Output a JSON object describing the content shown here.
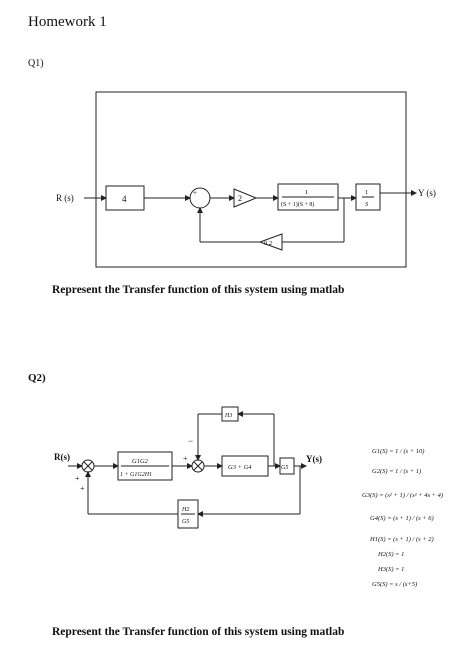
{
  "header": {
    "title": "Homework 1"
  },
  "q1": {
    "label": "Q1)",
    "input": "R (s)",
    "output": "Y (s)",
    "gain_block": "4",
    "sum_plus": "+",
    "sum_minus": "-",
    "amp_gain": "2",
    "plant_num": "1",
    "plant_den": "(S + 1)(S + 8)",
    "integrator_num": "1",
    "integrator_den": "S",
    "feedback_gain": "0.2",
    "caption": "Represent the Transfer function of this system using matlab"
  },
  "q2": {
    "label": "Q2)",
    "input": "R(s)",
    "output": "Y(s)",
    "block1_num": "G1G2",
    "block1_den": "1 + G1G2H1",
    "block2": "G3 + G4",
    "block3": "G5",
    "top_feedback": "H3",
    "bottom_feedback_num": "H2",
    "bottom_feedback_den": "G5",
    "sum1_signs": [
      "+",
      "+"
    ],
    "sum2_signs": [
      "+",
      "−"
    ],
    "definitions": [
      "G1(S) = 1 / (s + 10)",
      "G2(S) = 1 / (s + 1)",
      "G3(S) = (s² + 1) / (s² + 4s + 4)",
      "G4(S) = (s + 1) / (s + 6)",
      "H1(S) = (s + 1) / (s + 2)",
      "H2(S) = 1",
      "H3(S) = 1",
      "G5(S) = s / (s+5)"
    ],
    "caption": "Represent the Transfer function of this system using matlab"
  }
}
